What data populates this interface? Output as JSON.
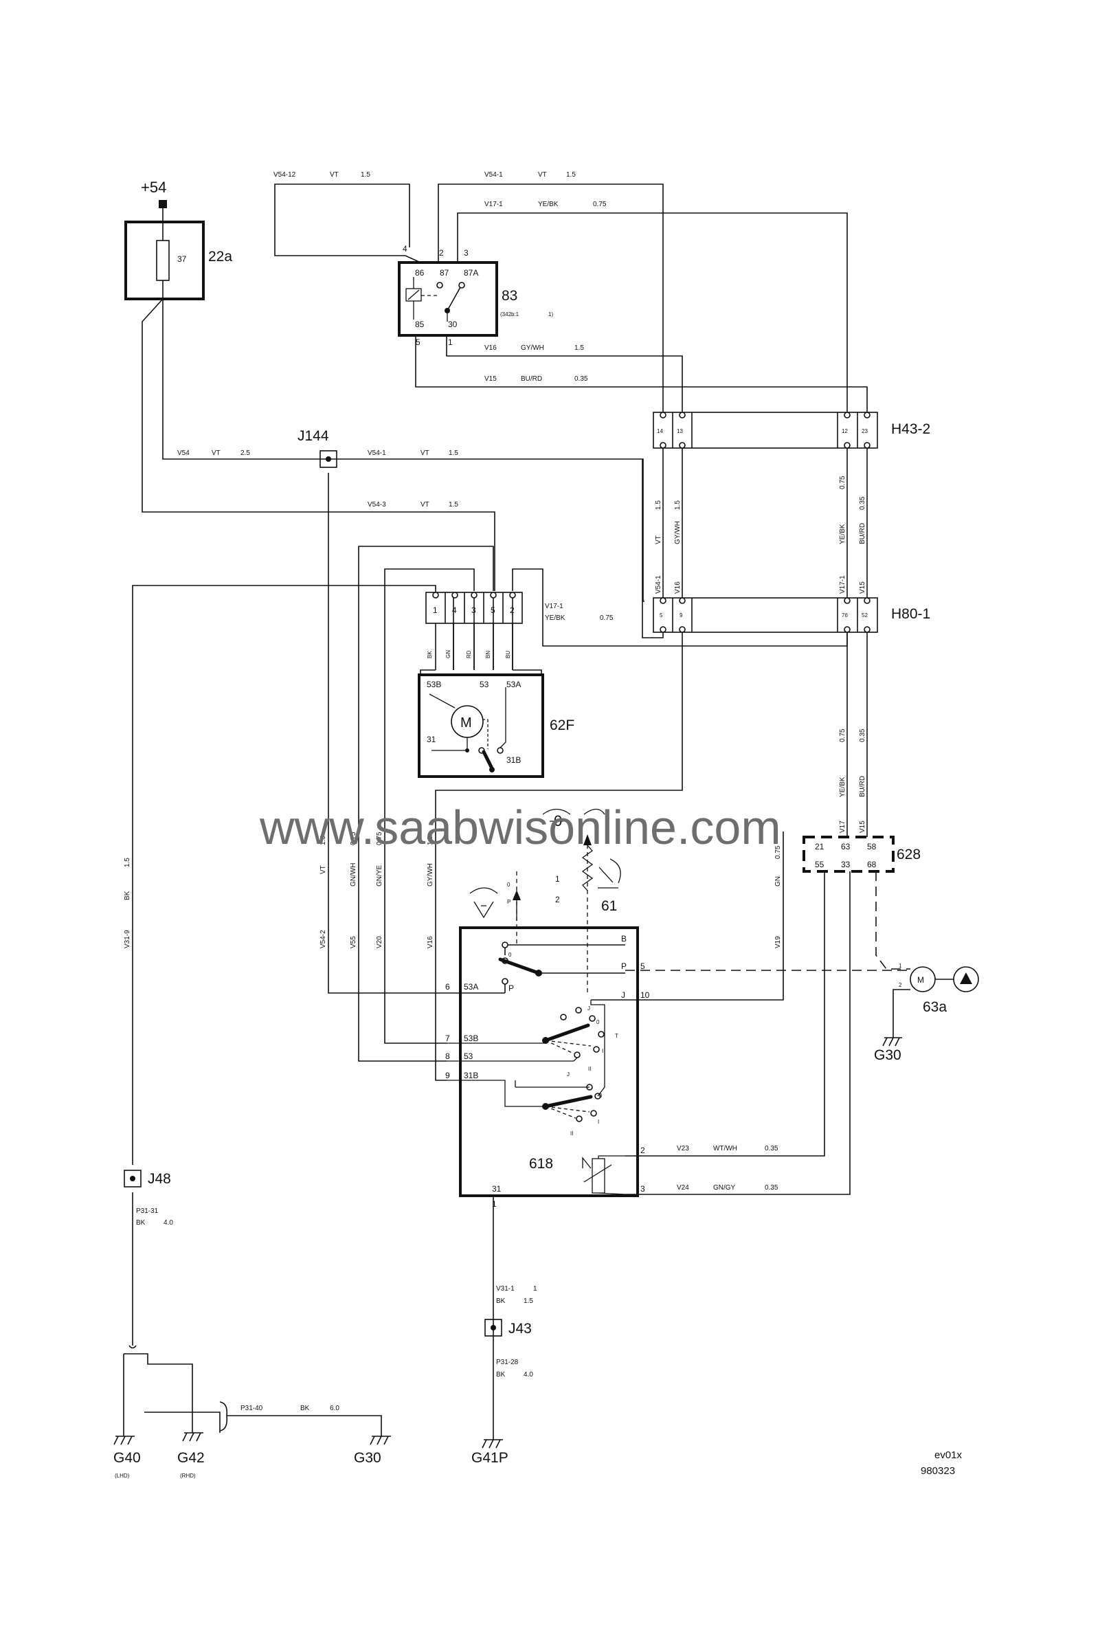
{
  "components": {
    "supply": "+54",
    "fuse_box": "22a",
    "fuse": "37",
    "relay": "83",
    "relay_pins": {
      "p86": "86",
      "p87": "87",
      "p87a": "87A",
      "p85": "85",
      "p30": "30",
      "t4": "4",
      "t2": "2",
      "t3": "3",
      "t5": "5",
      "t1": "1"
    },
    "relay_note_a": "(342b:1",
    "relay_note_b": "1)",
    "connector_h43": "H43-2",
    "connector_h80": "H80-1",
    "splice_j144": "J144",
    "motor": "62F",
    "motor_letter": "M",
    "motor_pins": {
      "p53b": "53B",
      "p53": "53",
      "p53a": "53A",
      "p31": "31",
      "p31b": "31B"
    },
    "motor_connector_pins": [
      "1",
      "4",
      "3",
      "5",
      "2"
    ],
    "switch_unit": "618",
    "switch_legend_0": "0",
    "switch_legend_1": "1",
    "switch_legend_2": "2",
    "switch_sub": "61",
    "switch_wash_0": "0",
    "switch_wash_p": "P",
    "control_unit": "628",
    "control_pins": {
      "a": "21",
      "b": "63",
      "c": "58",
      "d": "55",
      "e": "33",
      "f": "68"
    },
    "washer_pump": "63a",
    "pump_pins": {
      "a": "1",
      "b": "2"
    },
    "grounds": {
      "g30a": "G30",
      "g30b": "G30",
      "g40": "G40",
      "g42": "G42",
      "g41p": "G41P",
      "g40_note": "(LHD)",
      "g42_note": "(RHD)"
    },
    "splices": {
      "j48": "J48",
      "j43": "J43"
    },
    "doc_code": "ev01x",
    "doc_date": "980323",
    "watermark": "www.saabwisonline.com"
  },
  "h43_pins": [
    "14",
    "13",
    "12",
    "23"
  ],
  "h80_pins": [
    "5",
    "9",
    "76",
    "52"
  ],
  "switch_pins": {
    "l1": "6",
    "l1t": "53A",
    "l2": "7",
    "l2t": "53B",
    "l3": "8",
    "l3t": "53",
    "l4": "9",
    "l4t": "31B",
    "r_b": "B",
    "r_p": "P",
    "r_p_n": "5",
    "r_j": "J",
    "r_j_n": "10",
    "r_2": "2",
    "r_3": "3",
    "b31": "31",
    "b1": "1",
    "s0a": "0",
    "sp": "P",
    "s_0": "0",
    "s_j": "J",
    "s_i": "I",
    "s_t": "T",
    "s_ii": "II",
    "s_j2": "J",
    "s_0b": "0",
    "s_ib": "I",
    "s_iib": "II"
  },
  "wires": {
    "w_v54_12": [
      "V54-12",
      "VT",
      "1.5"
    ],
    "w_v54_1a": [
      "V54-1",
      "VT",
      "1.5"
    ],
    "w_v17_1a": [
      "V17-1",
      "YE/BK",
      "0.75"
    ],
    "w_v16": [
      "V16",
      "GY/WH",
      "1.5"
    ],
    "w_v15": [
      "V15",
      "BU/RD",
      "0.35"
    ],
    "w_v54": [
      "V54",
      "VT",
      "2.5"
    ],
    "w_v54_1b": [
      "V54-1",
      "VT",
      "1.5"
    ],
    "w_v54_3": [
      "V54-3",
      "VT",
      "1.5"
    ],
    "w_v17_1b": [
      "V17-1",
      "YE/BK",
      "0.75"
    ],
    "w_v23": [
      "V23",
      "WT/WH",
      "0.35"
    ],
    "w_v24": [
      "V24",
      "GN/GY",
      "0.35"
    ],
    "w_p31_31": [
      "P31-31",
      "BK",
      "4.0"
    ],
    "w_v31_1": [
      "V31-1",
      "BK",
      "1.5",
      "1"
    ],
    "w_p31_28": [
      "P31-28",
      "BK",
      "4.0"
    ],
    "w_p31_40": [
      "P31-40",
      "BK",
      "6.0"
    ]
  },
  "vertical_labels": {
    "h43_a": [
      "VT",
      "1.5"
    ],
    "h43_b": [
      "GY/WH",
      "1.5"
    ],
    "h43_c": [
      "YE/BK",
      "0.75"
    ],
    "h43_d": [
      "BU/RD",
      "0.35"
    ],
    "h80_a": "V54-1",
    "h80_b": "V16",
    "h80_c": "V17-1",
    "h80_d": "V15",
    "motor_wires": [
      "BK",
      "GN",
      "RD",
      "BN",
      "BU"
    ],
    "cu_a": [
      "YE/BK",
      "0.75"
    ],
    "cu_b": [
      "BU/RD",
      "0.35"
    ],
    "cu_c": "V17",
    "cu_d": "V15",
    "left_bk": [
      "BK",
      "1.5",
      "V31-9"
    ],
    "sw_1": [
      "VT",
      "1.5",
      "V54-2"
    ],
    "sw_2": [
      "GN/WH",
      "0.75",
      "V55"
    ],
    "sw_3": [
      "GN/YE",
      "0.75",
      "V20"
    ],
    "sw_4": [
      "GY/WH",
      "1.5",
      "V16"
    ],
    "sw_gn": [
      "GN",
      "0.75",
      "V19"
    ]
  }
}
